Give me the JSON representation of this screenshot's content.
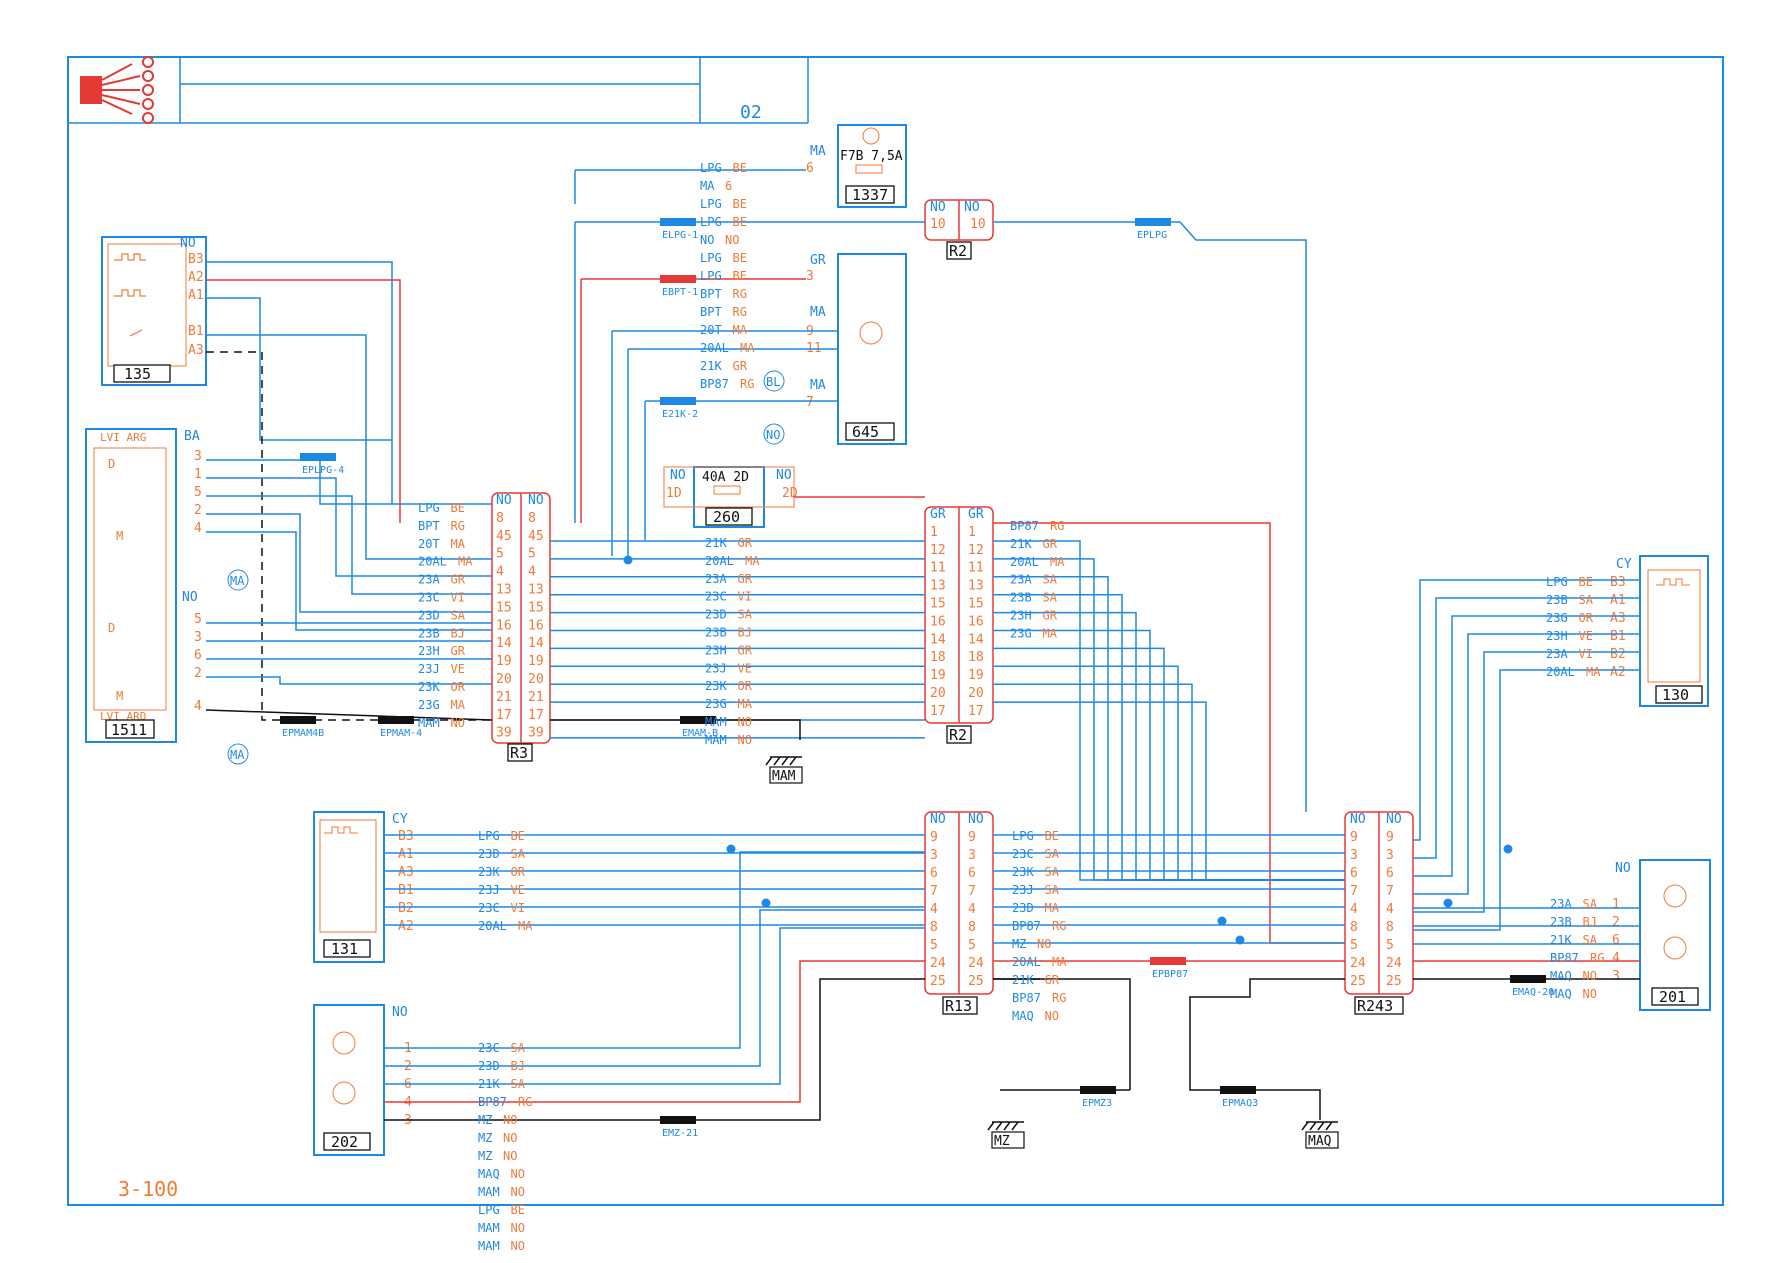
{
  "title_block": {
    "code": "02",
    "page": "3-100"
  },
  "components": {
    "c135": {
      "id": "135",
      "pins": [
        "B3",
        "A2",
        "A1",
        "B1",
        "A3"
      ],
      "top": "NO"
    },
    "c1511": {
      "id": "1511",
      "label_top": "LVI ARG",
      "label_bottom": "LVI ARD",
      "pins_upper": [
        "3",
        "1",
        "5",
        "2",
        "4"
      ],
      "pins_lower": [
        "5",
        "3",
        "6",
        "2",
        "4"
      ],
      "top": "BA",
      "mid": "NO",
      "symbols": [
        "D",
        "M",
        "D",
        "M"
      ]
    },
    "c1337": {
      "id": "1337",
      "fuse": "F7B  7,5A",
      "pin": "6",
      "wire": "MA"
    },
    "c645": {
      "id": "645",
      "pins": [
        "3",
        "9",
        "11",
        "7"
      ],
      "tops": [
        "GR",
        "MA",
        "MA"
      ]
    },
    "c260": {
      "id": "260",
      "fuse": "40A   2D",
      "pins": [
        "1D",
        "2D"
      ],
      "tops": [
        "NO",
        "NO"
      ]
    },
    "c130": {
      "id": "130",
      "pins": [
        "B3",
        "A1",
        "A3",
        "B1",
        "B2",
        "A2"
      ],
      "top": "CY"
    },
    "c131": {
      "id": "131",
      "pins": [
        "B3",
        "A1",
        "A3",
        "B1",
        "B2",
        "A2"
      ],
      "top": "CY"
    },
    "c202": {
      "id": "202",
      "pins": [
        "1",
        "2",
        "6",
        "4",
        "3"
      ],
      "top": "NO"
    },
    "c201": {
      "id": "201",
      "pins": [
        "1",
        "2",
        "6",
        "4",
        "3"
      ],
      "top": "NO"
    }
  },
  "connectors": {
    "R3": {
      "label": "R3",
      "left": [
        "NO",
        "8",
        "45",
        "5",
        "4",
        "13",
        "15",
        "16",
        "14",
        "19",
        "20",
        "21",
        "17",
        "39"
      ],
      "right": [
        "NO",
        "8",
        "45",
        "5",
        "4",
        "13",
        "15",
        "16",
        "14",
        "19",
        "20",
        "21",
        "17",
        "39"
      ]
    },
    "R2_small": {
      "label": "R2",
      "pins": [
        "NO",
        "10",
        "NO",
        "10"
      ]
    },
    "R2": {
      "label": "R2",
      "left": [
        "GR",
        "1",
        "12",
        "11",
        "13",
        "15",
        "16",
        "14",
        "18",
        "19",
        "20",
        "17"
      ],
      "right": [
        "GR",
        "1",
        "12",
        "11",
        "13",
        "15",
        "16",
        "14",
        "18",
        "19",
        "20",
        "17"
      ]
    },
    "R13": {
      "label": "R13",
      "left": [
        "NO",
        "9",
        "3",
        "6",
        "7",
        "4",
        "8",
        "5",
        "24",
        "25"
      ],
      "right": [
        "NO",
        "9",
        "3",
        "6",
        "7",
        "4",
        "8",
        "5",
        "24",
        "25"
      ]
    },
    "R243": {
      "label": "R243",
      "left": [
        "NO",
        "9",
        "3",
        "6",
        "7",
        "4",
        "8",
        "5",
        "24",
        "25"
      ],
      "right": [
        "NO",
        "9",
        "3",
        "6",
        "7",
        "4",
        "8",
        "5",
        "24",
        "25"
      ]
    }
  },
  "splices": [
    "ELPG-1",
    "EPLPG",
    "EBPT-1",
    "E21K-2",
    "EPLPG-4",
    "EPMAM4B",
    "EPMAM-4",
    "EMAM-B",
    "EPBP87",
    "EMAQ-20",
    "EPMZ3",
    "EPMAQ3",
    "EMZ-21"
  ],
  "grounds": [
    "MAM",
    "MZ",
    "MAQ"
  ],
  "circles": [
    "BL",
    "NO",
    "MA",
    "MA"
  ],
  "wire_labels": {
    "top": [
      "LPG",
      "BE",
      "MA",
      "6",
      "LPG",
      "BE",
      "LPG",
      "BE",
      "NO",
      "NO",
      "LPG",
      "BE",
      "LPG",
      "BE",
      "BPT",
      "RG",
      "BPT",
      "RG",
      "20T",
      "MA",
      "20AL",
      "MA",
      "21K",
      "GR",
      "BP87",
      "RG"
    ],
    "r3_left": [
      "LPG",
      "BE",
      "BPT",
      "RG",
      "20T",
      "MA",
      "20AL",
      "MA",
      "23A",
      "GR",
      "23C",
      "VI",
      "23D",
      "SA",
      "23B",
      "BJ",
      "23H",
      "GR",
      "23J",
      "VE",
      "23K",
      "OR",
      "23G",
      "MA",
      "MAM",
      "NO"
    ],
    "r3_right": [
      "21K",
      "GR",
      "20AL",
      "MA",
      "23A",
      "GR",
      "23C",
      "VI",
      "23D",
      "SA",
      "23B",
      "BJ",
      "23H",
      "GR",
      "23J",
      "VE",
      "23K",
      "OR",
      "23G",
      "MA",
      "MAM",
      "NO",
      "MAM",
      "NO"
    ],
    "r2_right": [
      "BP87",
      "RG",
      "21K",
      "GR",
      "20AL",
      "MA",
      "23A",
      "SA",
      "23B",
      "SA",
      "23H",
      "GR",
      "23G",
      "MA"
    ],
    "c130": [
      "LPG",
      "BE",
      "23B",
      "SA",
      "23G",
      "OR",
      "23H",
      "VE",
      "23A",
      "VI",
      "20AL",
      "MA"
    ],
    "c131": [
      "LPG",
      "BE",
      "23D",
      "SA",
      "23K",
      "OR",
      "23J",
      "VE",
      "23C",
      "VI",
      "20AL",
      "MA"
    ],
    "r13_right": [
      "LPG",
      "BE",
      "23C",
      "SA",
      "23K",
      "SA",
      "23J",
      "SA",
      "23D",
      "MA",
      "BP87",
      "RG",
      "MZ",
      "NO",
      "20AL",
      "MA",
      "21K",
      "GR",
      "BP87",
      "RG",
      "MAQ",
      "NO"
    ],
    "c201": [
      "23A",
      "SA",
      "23B",
      "BJ",
      "21K",
      "SA",
      "BP87",
      "RG",
      "MAQ",
      "NO",
      "MAQ",
      "NO"
    ],
    "c202": [
      "23C",
      "SA",
      "23D",
      "BJ",
      "21K",
      "SA",
      "BP87",
      "RG",
      "MZ",
      "NO",
      "MZ",
      "NO",
      "MZ",
      "NO",
      "MAQ",
      "NO",
      "MAM",
      "NO",
      "LPG",
      "BE",
      "MAM",
      "NO",
      "MAM",
      "NO"
    ]
  },
  "colors": {
    "blue": "#1e88e5",
    "orange": "#f07a3a",
    "red": "#e53935",
    "black": "#111111",
    "brand_red": "#e53935"
  }
}
